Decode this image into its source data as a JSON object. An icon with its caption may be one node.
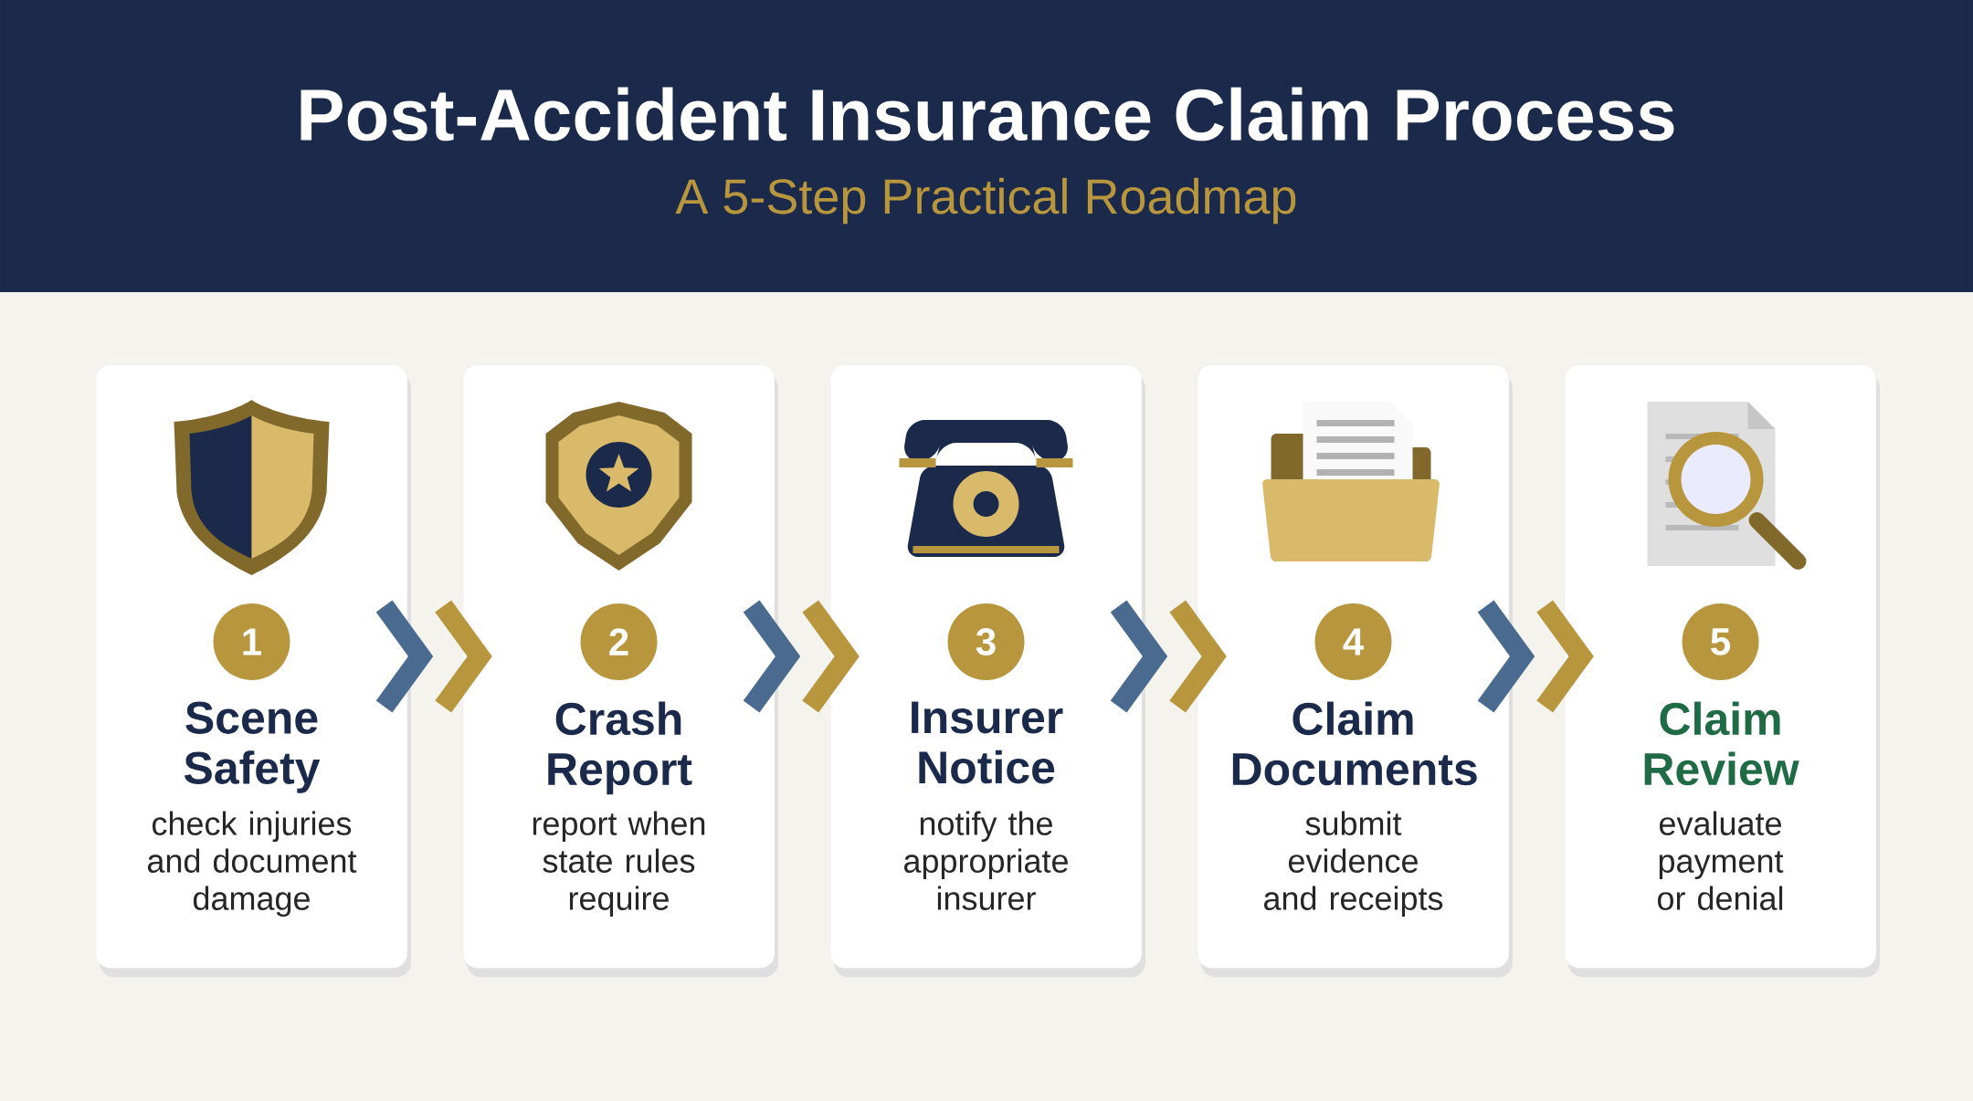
{
  "diagram": {
    "title": "Post-Accident Insurance Claim Process",
    "nodes": [
      {
        "text": [
          "Scene Safety",
          "check injuries and document damage"
        ]
      },
      {
        "text": [
          "1"
        ],
        "in": 0
      },
      {
        "text": [
          "Crash Report",
          "report when state rules require"
        ]
      },
      {
        "text": [
          "2"
        ],
        "in": 2
      },
      {
        "text": [
          "Insurer Notice",
          "notify the appropriate insurer"
        ]
      },
      {
        "text": [
          "3"
        ],
        "in": 4
      },
      {
        "text": [
          "Claim Documents",
          "submit evidence and receipts"
        ]
      },
      {
        "text": [
          "4"
        ],
        "in": 6
      },
      {
        "text": [
          "Claim Review",
          "evaluate payment or denial"
        ]
      },
      {
        "text": [
          "5"
        ],
        "in": 8
      }
    ],
    "edges": [
      {
        "from": 0,
        "to": 2,
        "arrow": "to"
      },
      {
        "from": 2,
        "to": 4,
        "arrow": "to"
      },
      {
        "from": 4,
        "to": 6,
        "arrow": "to"
      },
      {
        "from": 6,
        "to": 8,
        "arrow": "to"
      }
    ],
    "labels": [
      "A 5-Step Practical Roadmap"
    ]
  }
}
